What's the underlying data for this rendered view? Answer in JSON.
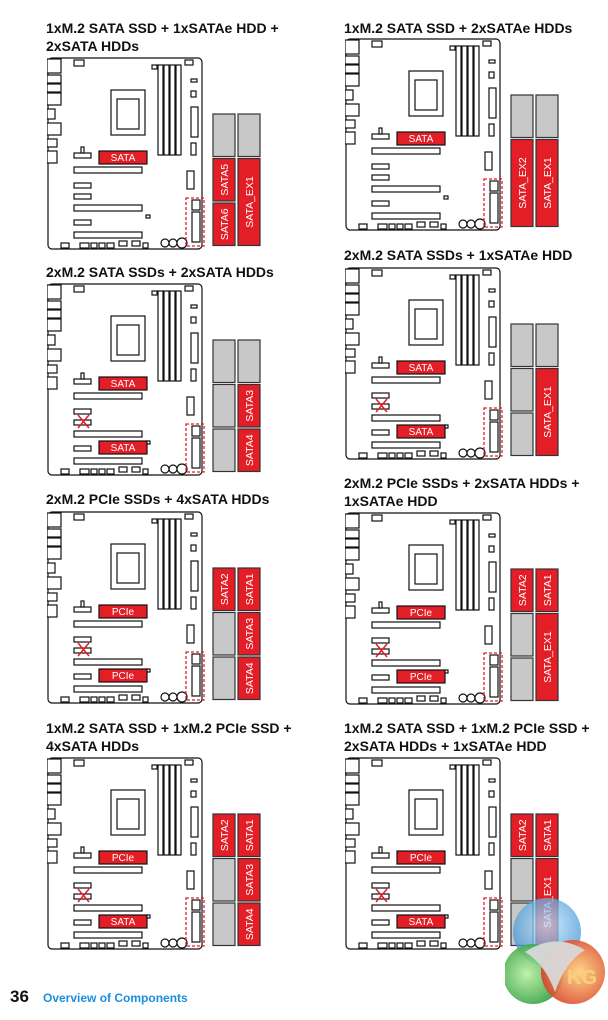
{
  "colors": {
    "red": "#e31e26",
    "gray": "#c8c8c8",
    "accent": "#1a8ee0"
  },
  "panels": [
    {
      "title": "1xM.2 SATA SSD + 1xSATAe HDD + 2xSATA HDDs",
      "m2_top": "SATA",
      "m2_bottom": null,
      "m2_disabled": false,
      "ports": [
        {
          "col": 0,
          "row": 0,
          "span": 1,
          "label": "",
          "active": false
        },
        {
          "col": 1,
          "row": 0,
          "span": 1,
          "label": "",
          "active": false
        },
        {
          "col": 0,
          "row": 1,
          "span": 1,
          "label": "SATA5",
          "active": true
        },
        {
          "col": 0,
          "row": 2,
          "span": 1,
          "label": "SATA6",
          "active": true
        },
        {
          "col": 1,
          "row": 1,
          "span": 2,
          "label": "SATA_EX1",
          "active": true
        }
      ]
    },
    {
      "title": "1xM.2 SATA SSD + 2xSATAe HDDs",
      "m2_top": "SATA",
      "m2_bottom": null,
      "m2_disabled": false,
      "ports": [
        {
          "col": 0,
          "row": 0,
          "span": 1,
          "label": "",
          "active": false
        },
        {
          "col": 1,
          "row": 0,
          "span": 1,
          "label": "",
          "active": false
        },
        {
          "col": 0,
          "row": 1,
          "span": 2,
          "label": "SATA_EX2",
          "active": true
        },
        {
          "col": 1,
          "row": 1,
          "span": 2,
          "label": "SATA_EX1",
          "active": true
        }
      ]
    },
    {
      "title": "2xM.2 SATA SSDs + 2xSATA HDDs",
      "m2_top": "SATA",
      "m2_bottom": "SATA",
      "m2_disabled": true,
      "ports": [
        {
          "col": 0,
          "row": 0,
          "span": 1,
          "label": "",
          "active": false
        },
        {
          "col": 1,
          "row": 0,
          "span": 1,
          "label": "",
          "active": false
        },
        {
          "col": 0,
          "row": 1,
          "span": 1,
          "label": "",
          "active": false
        },
        {
          "col": 0,
          "row": 2,
          "span": 1,
          "label": "",
          "active": false
        },
        {
          "col": 1,
          "row": 1,
          "span": 1,
          "label": "SATA3",
          "active": true
        },
        {
          "col": 1,
          "row": 2,
          "span": 1,
          "label": "SATA4",
          "active": true
        }
      ]
    },
    {
      "title": "2xM.2 SATA SSDs + 1xSATAe HDD",
      "m2_top": "SATA",
      "m2_bottom": "SATA",
      "m2_disabled": true,
      "ports": [
        {
          "col": 0,
          "row": 0,
          "span": 1,
          "label": "",
          "active": false
        },
        {
          "col": 1,
          "row": 0,
          "span": 1,
          "label": "",
          "active": false
        },
        {
          "col": 0,
          "row": 1,
          "span": 1,
          "label": "",
          "active": false
        },
        {
          "col": 0,
          "row": 2,
          "span": 1,
          "label": "",
          "active": false
        },
        {
          "col": 1,
          "row": 1,
          "span": 2,
          "label": "SATA_EX1",
          "active": true
        }
      ]
    },
    {
      "title": "2xM.2 PCIe SSDs + 4xSATA HDDs",
      "m2_top": "PCIe",
      "m2_bottom": "PCIe",
      "m2_disabled": true,
      "ports": [
        {
          "col": 0,
          "row": 0,
          "span": 1,
          "label": "SATA2",
          "active": true
        },
        {
          "col": 1,
          "row": 0,
          "span": 1,
          "label": "SATA1",
          "active": true
        },
        {
          "col": 0,
          "row": 1,
          "span": 1,
          "label": "",
          "active": false
        },
        {
          "col": 0,
          "row": 2,
          "span": 1,
          "label": "",
          "active": false
        },
        {
          "col": 1,
          "row": 1,
          "span": 1,
          "label": "SATA3",
          "active": true
        },
        {
          "col": 1,
          "row": 2,
          "span": 1,
          "label": "SATA4",
          "active": true
        }
      ]
    },
    {
      "title": "2xM.2 PCIe SSDs + 2xSATA HDDs + 1xSATAe HDD",
      "m2_top": "PCIe",
      "m2_bottom": "PCIe",
      "m2_disabled": true,
      "ports": [
        {
          "col": 0,
          "row": 0,
          "span": 1,
          "label": "SATA2",
          "active": true
        },
        {
          "col": 1,
          "row": 0,
          "span": 1,
          "label": "SATA1",
          "active": true
        },
        {
          "col": 0,
          "row": 1,
          "span": 1,
          "label": "",
          "active": false
        },
        {
          "col": 0,
          "row": 2,
          "span": 1,
          "label": "",
          "active": false
        },
        {
          "col": 1,
          "row": 1,
          "span": 2,
          "label": "SATA_EX1",
          "active": true
        }
      ]
    },
    {
      "title": "1xM.2 SATA SSD + 1xM.2 PCIe SSD + 4xSATA HDDs",
      "m2_top": "PCIe",
      "m2_bottom": "SATA",
      "m2_disabled": true,
      "ports": [
        {
          "col": 0,
          "row": 0,
          "span": 1,
          "label": "SATA2",
          "active": true
        },
        {
          "col": 1,
          "row": 0,
          "span": 1,
          "label": "SATA1",
          "active": true
        },
        {
          "col": 0,
          "row": 1,
          "span": 1,
          "label": "",
          "active": false
        },
        {
          "col": 0,
          "row": 2,
          "span": 1,
          "label": "",
          "active": false
        },
        {
          "col": 1,
          "row": 1,
          "span": 1,
          "label": "SATA3",
          "active": true
        },
        {
          "col": 1,
          "row": 2,
          "span": 1,
          "label": "SATA4",
          "active": true
        }
      ]
    },
    {
      "title": "1xM.2 SATA SSD + 1xM.2 PCIe SSD + 2xSATA HDDs + 1xSATAe HDD",
      "m2_top": "PCIe",
      "m2_bottom": "SATA",
      "m2_disabled": true,
      "ports": [
        {
          "col": 0,
          "row": 0,
          "span": 1,
          "label": "SATA2",
          "active": true
        },
        {
          "col": 1,
          "row": 0,
          "span": 1,
          "label": "SATA1",
          "active": true
        },
        {
          "col": 0,
          "row": 1,
          "span": 1,
          "label": "",
          "active": false
        },
        {
          "col": 0,
          "row": 2,
          "span": 1,
          "label": "",
          "active": false
        },
        {
          "col": 1,
          "row": 1,
          "span": 2,
          "label": "SATA_EX1",
          "active": true
        }
      ]
    }
  ],
  "footer": {
    "page_number": "36",
    "section": "Overview of Components"
  },
  "watermark": {
    "text": "KG"
  }
}
